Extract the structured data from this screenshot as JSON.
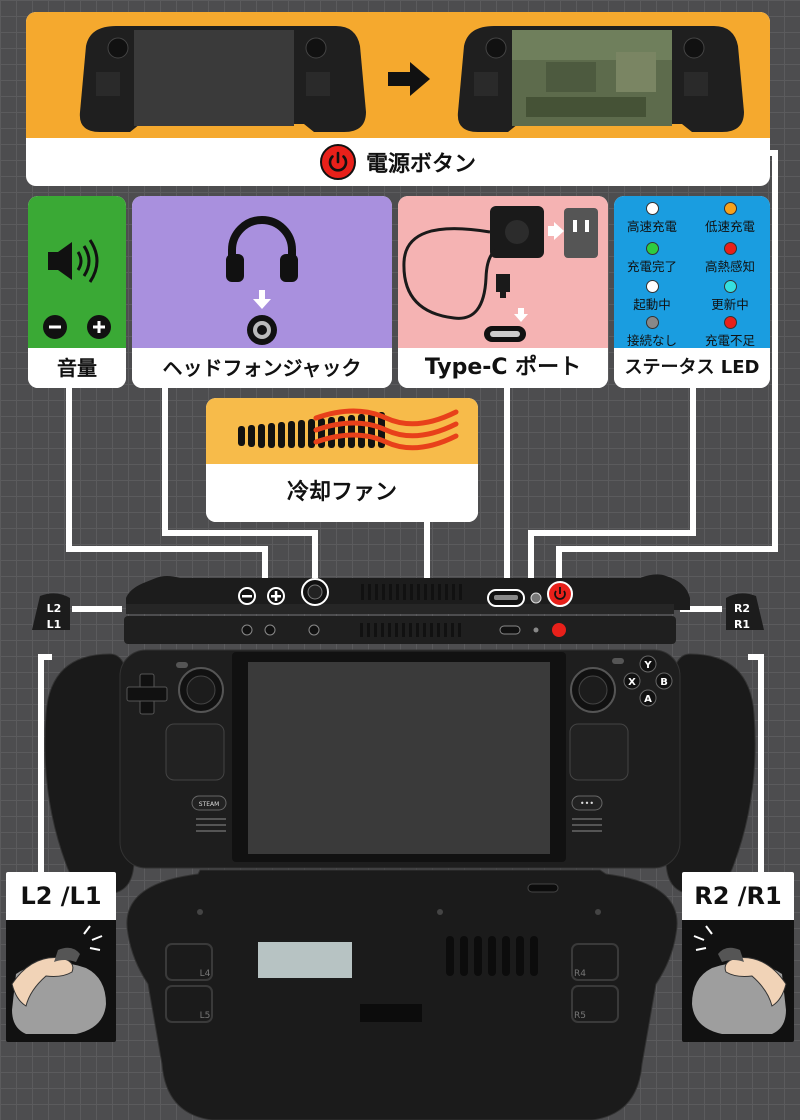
{
  "power": {
    "label": "電源ボタン"
  },
  "volume": {
    "label": "音量"
  },
  "headphone": {
    "label": "ヘッドフォンジャック"
  },
  "typec": {
    "label": "Type-C ポート"
  },
  "status_led": {
    "label": "ステータス LED",
    "items": [
      {
        "text": "高速充電",
        "color": "#ffffff"
      },
      {
        "text": "低速充電",
        "color": "#f7a21b"
      },
      {
        "text": "充電完了",
        "color": "#2ecc40"
      },
      {
        "text": "高熱感知",
        "color": "#e8201a"
      },
      {
        "text": "起動中",
        "color": "#ffffff"
      },
      {
        "text": "更新中",
        "color": "#35e0e0"
      },
      {
        "text": "接続なし",
        "color": "#888888"
      },
      {
        "text": "充電不足",
        "color": "#e8201a"
      }
    ]
  },
  "fan": {
    "label": "冷却ファン"
  },
  "triggers": {
    "left_label": "L2 /L1",
    "right_label": "R2 /R1",
    "l2": "L2",
    "l1": "L1",
    "r2": "R2",
    "r1": "R1"
  },
  "device": {
    "buttons": [
      "Y",
      "X",
      "B",
      "A"
    ],
    "steam": "STEAM",
    "back_left_top": "L4",
    "back_left_bottom": "L5",
    "back_right_top": "R4",
    "back_right_bottom": "R5"
  },
  "colors": {
    "power_accent": "#f5a92e",
    "volume_bg": "#3aa935",
    "headphone_bg": "#a990de",
    "typec_bg": "#f5b3b3",
    "status_bg": "#1a9de0",
    "fan_bg": "#f7bb4a",
    "power_red": "#e8201a"
  }
}
